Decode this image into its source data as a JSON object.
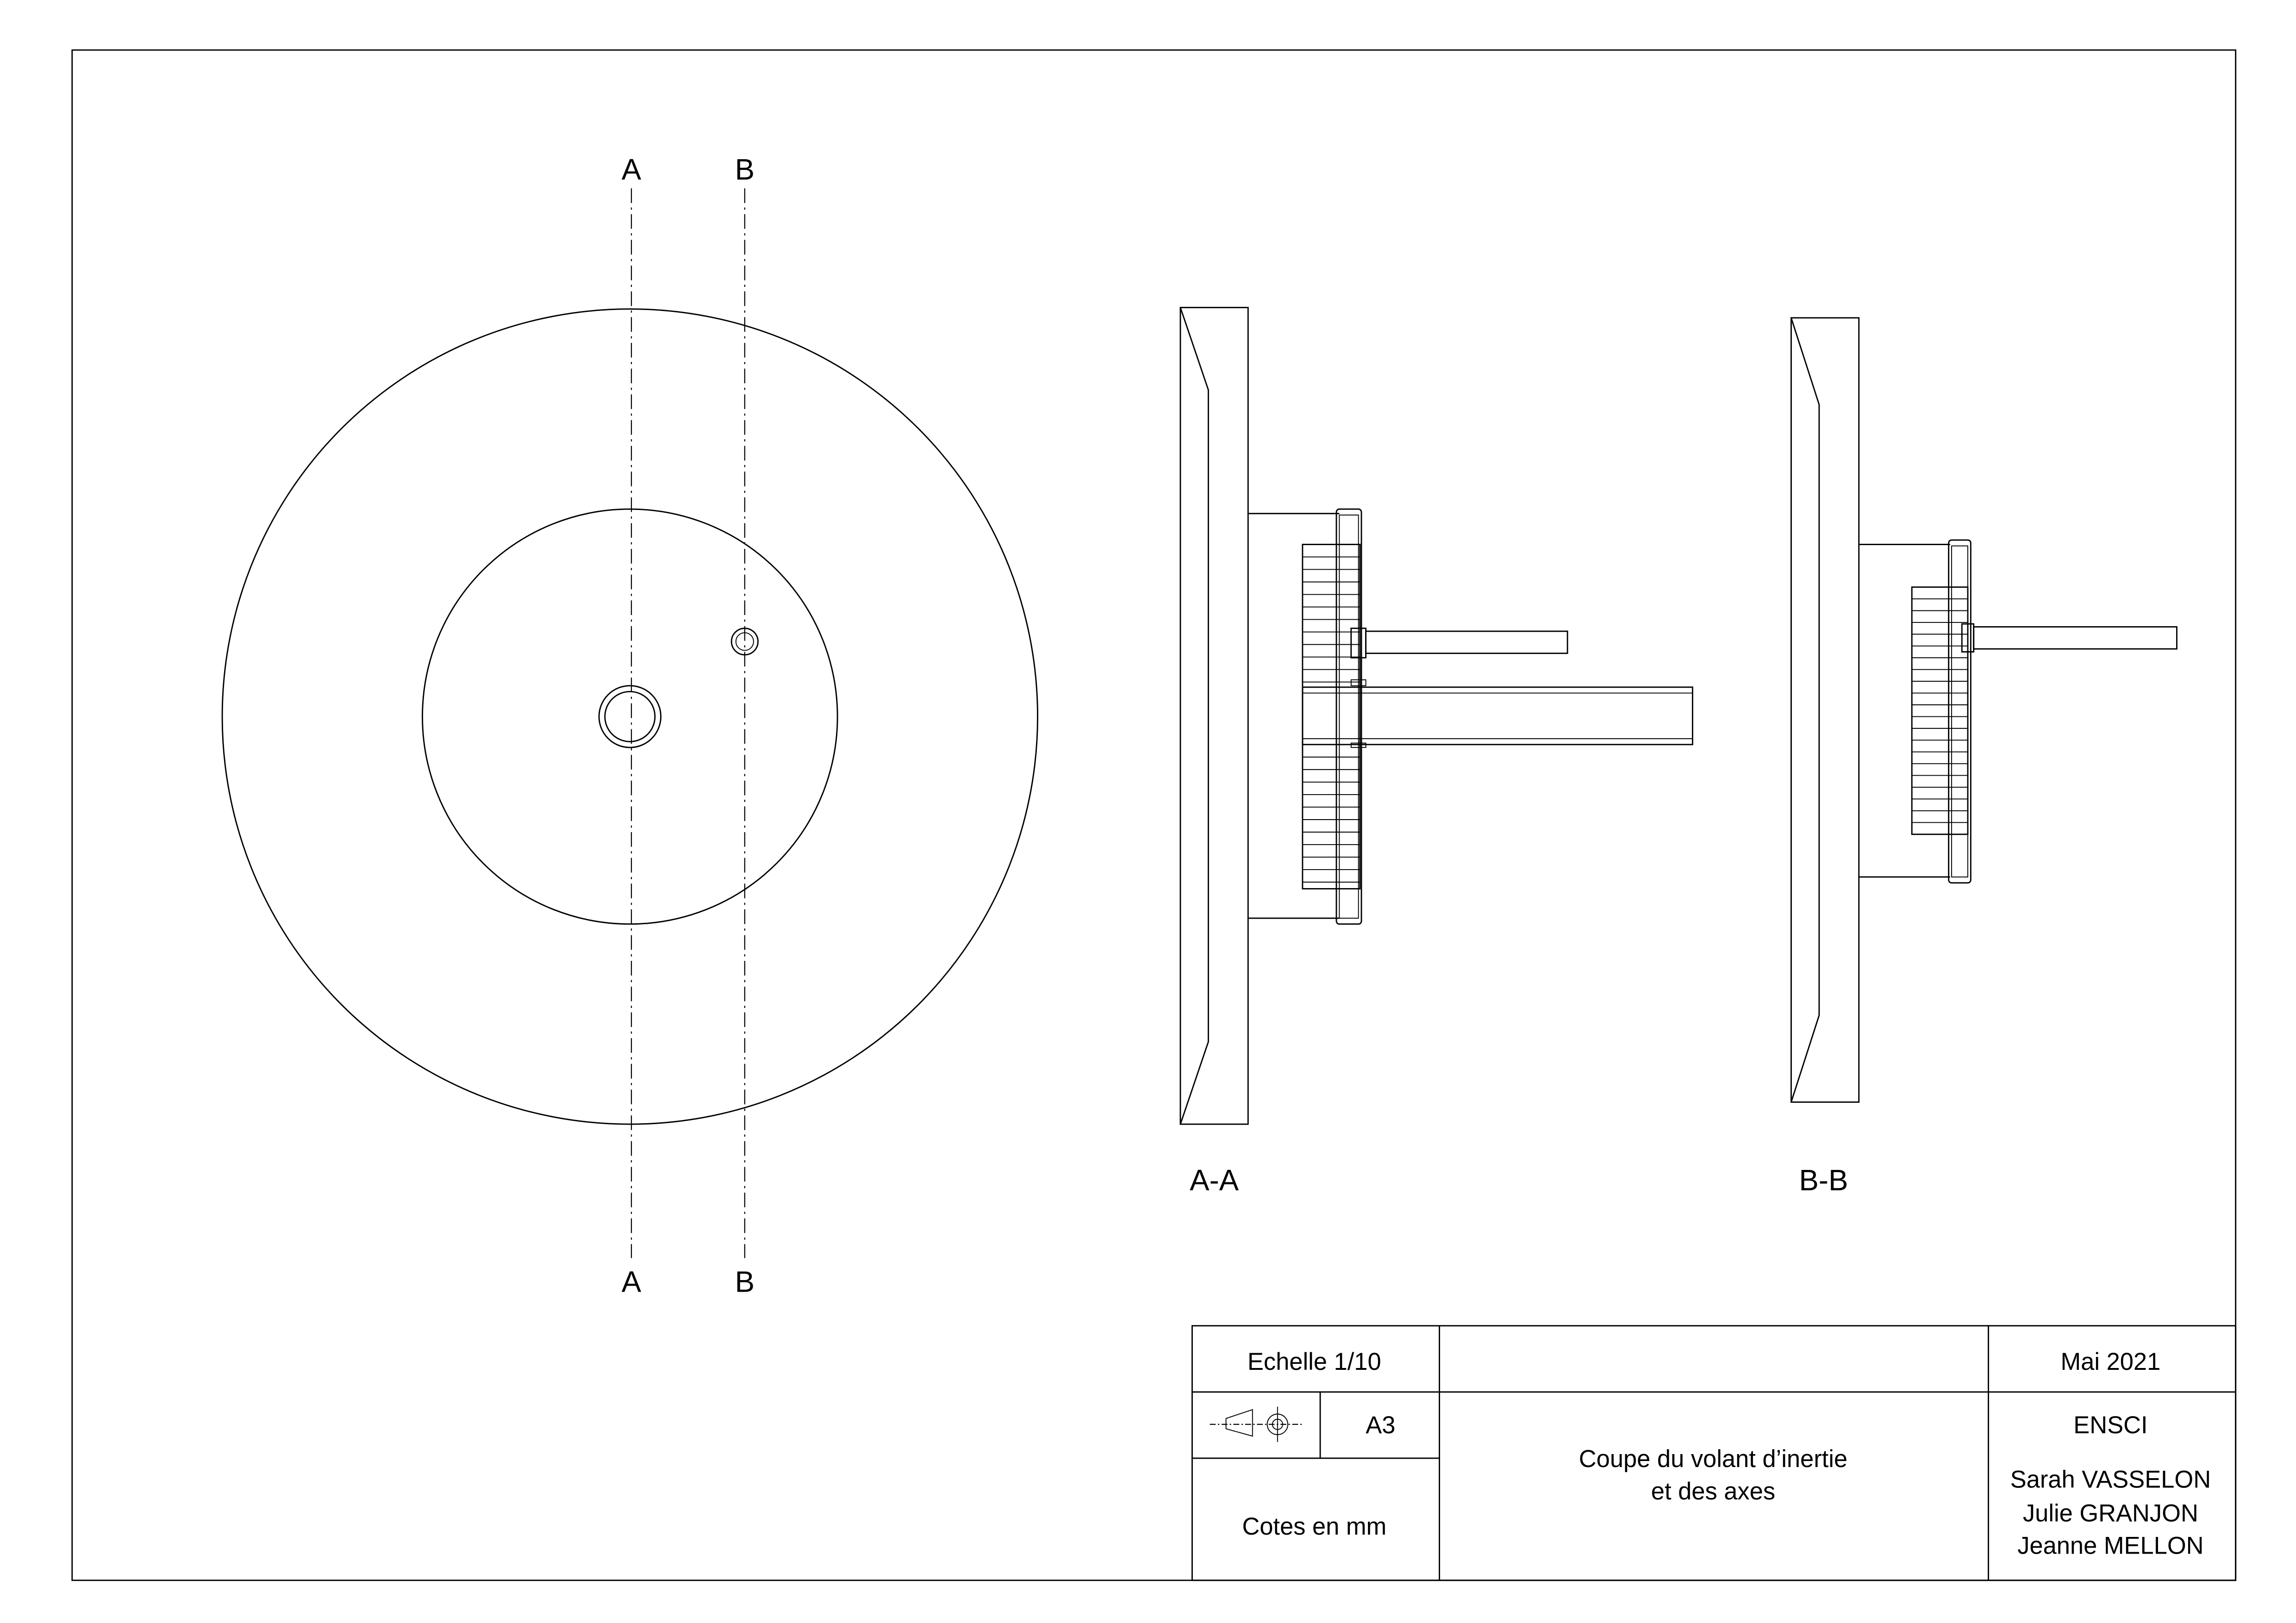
{
  "section_markers": {
    "a_top": "A",
    "b_top": "B",
    "a_bottom": "A",
    "b_bottom": "B"
  },
  "views": {
    "section_aa_label": "A-A",
    "section_bb_label": "B-B"
  },
  "title_block": {
    "scale": "Echelle 1/10",
    "format": "A3",
    "units": "Cotes en mm",
    "title_line1": "Coupe du volant d’inertie",
    "title_line2": "et des axes",
    "date": "Mai 2021",
    "school": "ENSCI",
    "authors": [
      "Sarah VASSELON",
      "Julie GRANJON",
      "Jeanne MELLON"
    ],
    "projection_symbol": "first-angle-projection-icon"
  }
}
